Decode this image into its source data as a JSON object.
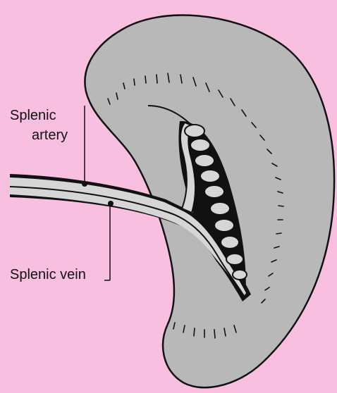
{
  "labels": {
    "artery_line1": "Splenic",
    "artery_line2": "artery",
    "vein": "Splenic vein"
  },
  "colors": {
    "background": "#f9bfe0",
    "spleen": "#b8b8b8",
    "vessel": "#d6d6d6",
    "outline": "#111111"
  }
}
